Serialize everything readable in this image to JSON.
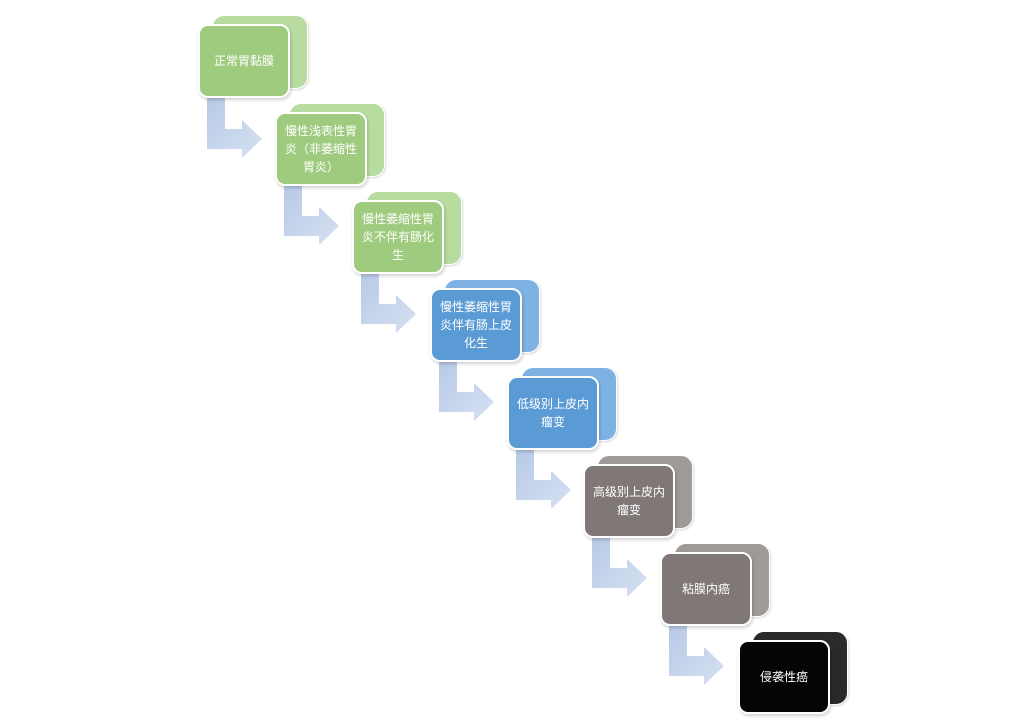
{
  "steps": [
    {
      "label": "正常胃黏膜",
      "front_color": "#9fcb7f",
      "back_color": "#b8dba0"
    },
    {
      "label": "慢性浅表性胃炎（非萎缩性胃炎）",
      "front_color": "#9fcb7f",
      "back_color": "#b8dba0"
    },
    {
      "label": "慢性萎缩性胃炎不伴有肠化生",
      "front_color": "#9fcb7f",
      "back_color": "#b8dba0"
    },
    {
      "label": "慢性萎缩性胃炎伴有肠上皮化生",
      "front_color": "#5b9bd5",
      "back_color": "#7eb2e3"
    },
    {
      "label": "低级别上皮内瘤变",
      "front_color": "#5b9bd5",
      "back_color": "#7eb2e3"
    },
    {
      "label": "高级别上皮内瘤变",
      "front_color": "#7f7877",
      "back_color": "#9f9998"
    },
    {
      "label": "粘膜内癌",
      "front_color": "#7f7877",
      "back_color": "#9f9998"
    },
    {
      "label": "侵袭性癌",
      "front_color": "#050505",
      "back_color": "#2a2a2a"
    }
  ],
  "arrow_color": "#c6d4ec"
}
